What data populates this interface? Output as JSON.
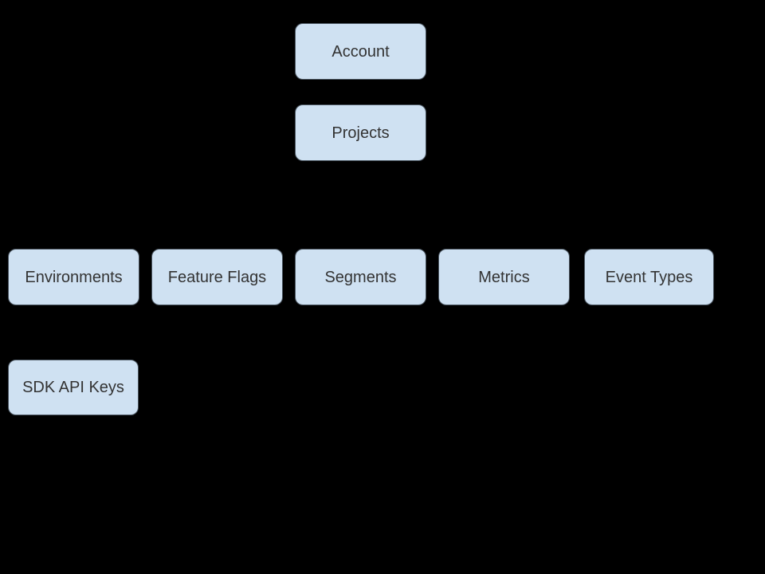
{
  "diagram": {
    "background_color": "#000000",
    "node_fill_color": "#cfe1f2",
    "node_border_color": "#4a5560",
    "node_text_color": "#333333",
    "nodes": {
      "account": {
        "label": "Account"
      },
      "projects": {
        "label": "Projects"
      },
      "environments": {
        "label": "Environments"
      },
      "feature_flags": {
        "label": "Feature Flags"
      },
      "segments": {
        "label": "Segments"
      },
      "metrics": {
        "label": "Metrics"
      },
      "event_types": {
        "label": "Event Types"
      },
      "sdk_api_keys": {
        "label": "SDK API Keys"
      }
    }
  }
}
